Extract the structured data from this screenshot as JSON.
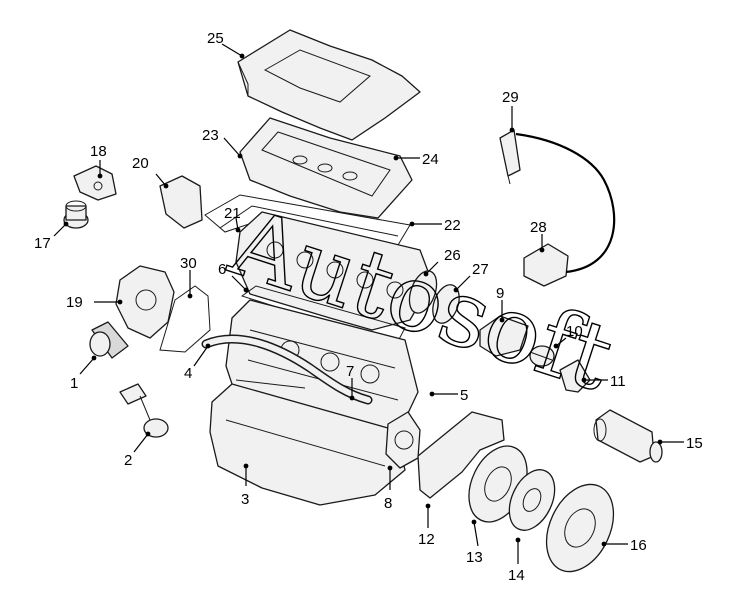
{
  "diagram": {
    "type": "exploded-parts-diagram",
    "watermark": "Autosoft",
    "callouts": [
      "1",
      "2",
      "3",
      "4",
      "5",
      "6",
      "7",
      "8",
      "9",
      "10",
      "11",
      "12",
      "13",
      "14",
      "15",
      "16",
      "17",
      "18",
      "19",
      "20",
      "21",
      "22",
      "23",
      "24",
      "25",
      "26",
      "27",
      "28",
      "29",
      "30"
    ]
  }
}
